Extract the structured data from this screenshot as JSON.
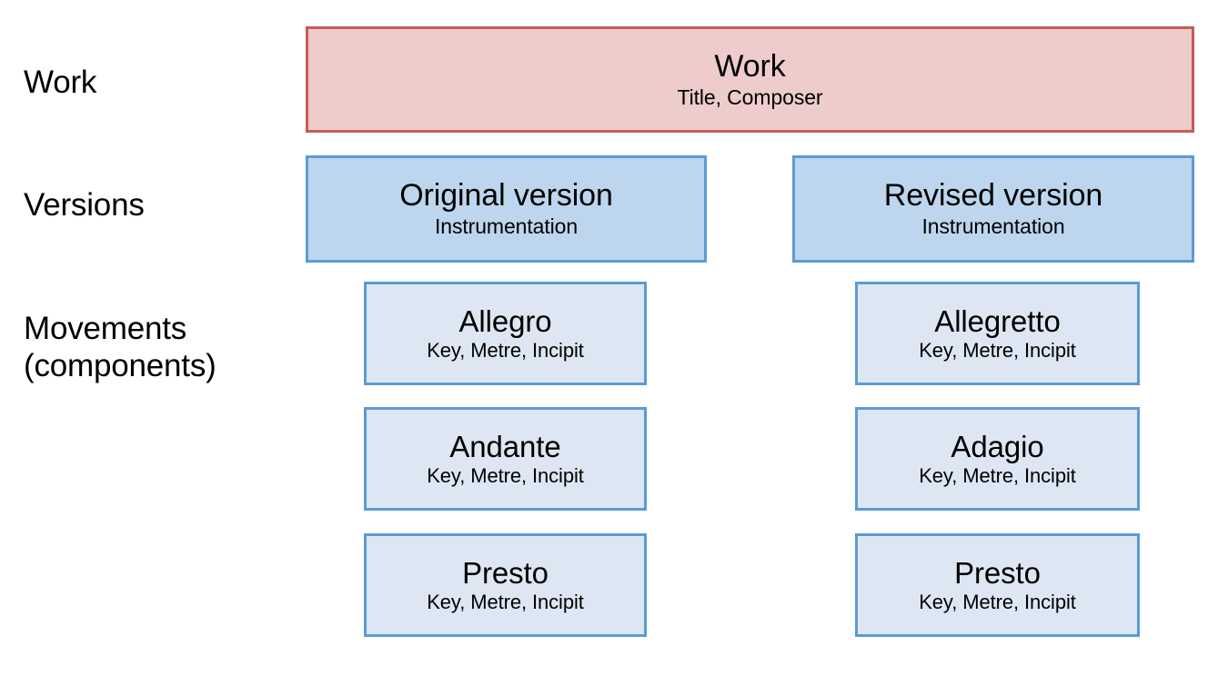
{
  "diagram": {
    "title": "Work / Versions / Movements hierarchy",
    "background_color": "#ffffff",
    "palette": {
      "work_fill": "#eecccc",
      "work_border": "#c65b58",
      "version_fill": "#bdd6ee",
      "version_border": "#5b9bd5",
      "movement_fill": "#dde7f3",
      "movement_border": "#5b9bd5",
      "text": "#000000"
    }
  },
  "row_labels": {
    "work": "Work",
    "versions": "Versions",
    "movements": "Movements\n(components)"
  },
  "work": {
    "title": "Work",
    "subtitle": "Title, Composer"
  },
  "versions": [
    {
      "title": "Original version",
      "subtitle": "Instrumentation"
    },
    {
      "title": "Revised version",
      "subtitle": "Instrumentation"
    }
  ],
  "movements": {
    "left": [
      {
        "title": "Allegro",
        "subtitle": "Key, Metre, Incipit"
      },
      {
        "title": "Andante",
        "subtitle": "Key, Metre, Incipit"
      },
      {
        "title": "Presto",
        "subtitle": "Key, Metre, Incipit"
      }
    ],
    "right": [
      {
        "title": "Allegretto",
        "subtitle": "Key, Metre, Incipit"
      },
      {
        "title": "Adagio",
        "subtitle": "Key, Metre, Incipit"
      },
      {
        "title": "Presto",
        "subtitle": "Key, Metre, Incipit"
      }
    ]
  }
}
